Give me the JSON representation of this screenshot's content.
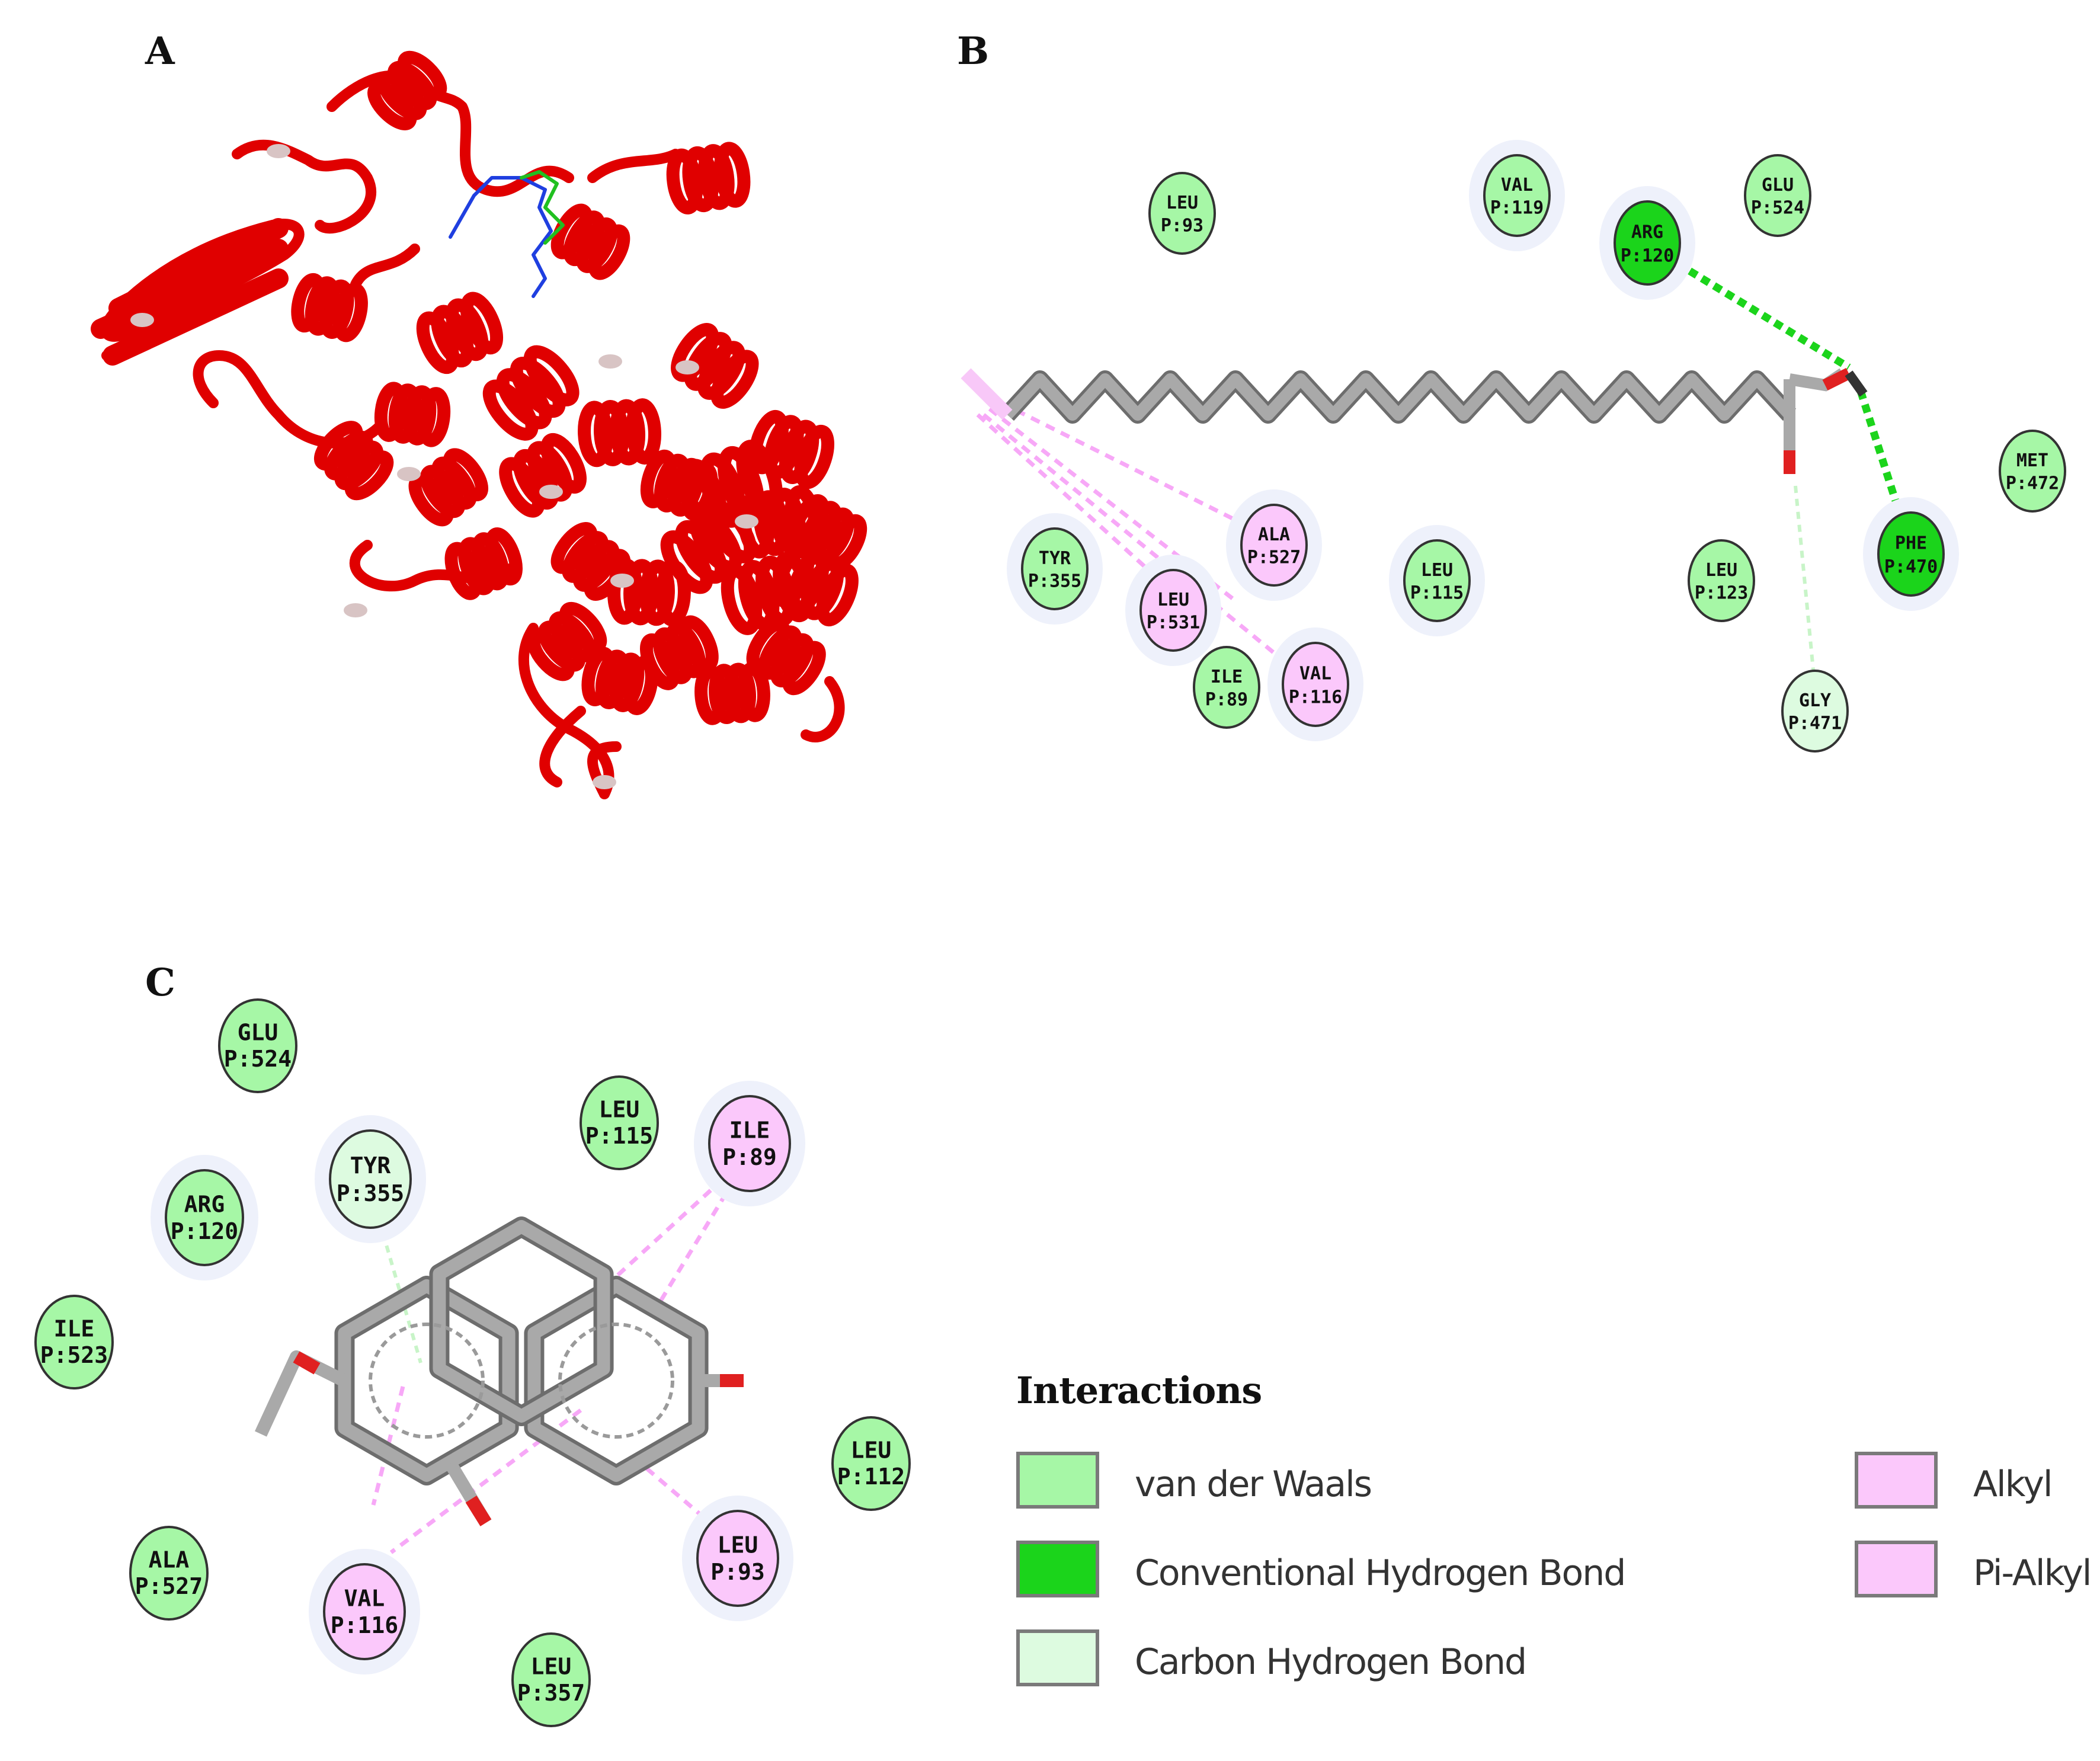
{
  "panels": {
    "a": {
      "label": "A"
    },
    "b": {
      "label": "B"
    },
    "c": {
      "label": "C"
    }
  },
  "colors": {
    "protein": "#e00000",
    "protein_highlight": "#d8c4c4",
    "ligand_pose_1": "#1f3fe0",
    "ligand_pose_2": "#20c020",
    "bond_stick": "#8a8a8a",
    "oxygen": "#e02020",
    "van_der_waals": "#a6f7a6",
    "conventional_hydrogen_bond": "#1bd41b",
    "carbon_hydrogen_bond": "#ddfbe0",
    "alkyl": "#fbc8fb",
    "pi_alkyl": "#fbc8fb"
  },
  "residues_b": [
    {
      "name": "LEU",
      "pos": "P:93",
      "type": "van_der_waals"
    },
    {
      "name": "VAL",
      "pos": "P:119",
      "type": "van_der_waals"
    },
    {
      "name": "ARG",
      "pos": "P:120",
      "type": "conventional_hydrogen_bond"
    },
    {
      "name": "GLU",
      "pos": "P:524",
      "type": "van_der_waals"
    },
    {
      "name": "MET",
      "pos": "P:472",
      "type": "van_der_waals"
    },
    {
      "name": "PHE",
      "pos": "P:470",
      "type": "conventional_hydrogen_bond"
    },
    {
      "name": "LEU",
      "pos": "P:123",
      "type": "van_der_waals"
    },
    {
      "name": "GLY",
      "pos": "P:471",
      "type": "carbon_hydrogen_bond"
    },
    {
      "name": "LEU",
      "pos": "P:115",
      "type": "van_der_waals"
    },
    {
      "name": "ALA",
      "pos": "P:527",
      "type": "alkyl"
    },
    {
      "name": "TYR",
      "pos": "P:355",
      "type": "van_der_waals"
    },
    {
      "name": "LEU",
      "pos": "P:531",
      "type": "alkyl"
    },
    {
      "name": "ILE",
      "pos": "P:89",
      "type": "van_der_waals"
    },
    {
      "name": "VAL",
      "pos": "P:116",
      "type": "alkyl"
    }
  ],
  "residues_c": [
    {
      "name": "GLU",
      "pos": "P:524",
      "type": "van_der_waals"
    },
    {
      "name": "LEU",
      "pos": "P:115",
      "type": "van_der_waals"
    },
    {
      "name": "ILE",
      "pos": "P:89",
      "type": "alkyl"
    },
    {
      "name": "TYR",
      "pos": "P:355",
      "type": "carbon_hydrogen_bond"
    },
    {
      "name": "ARG",
      "pos": "P:120",
      "type": "van_der_waals"
    },
    {
      "name": "ILE",
      "pos": "P:523",
      "type": "van_der_waals"
    },
    {
      "name": "LEU",
      "pos": "P:112",
      "type": "van_der_waals"
    },
    {
      "name": "ALA",
      "pos": "P:527",
      "type": "van_der_waals"
    },
    {
      "name": "LEU",
      "pos": "P:93",
      "type": "alkyl"
    },
    {
      "name": "VAL",
      "pos": "P:116",
      "type": "alkyl"
    },
    {
      "name": "LEU",
      "pos": "P:357",
      "type": "van_der_waals"
    }
  ],
  "legend": {
    "title": "Interactions",
    "items": [
      {
        "key": "van_der_waals",
        "label": "van der Waals"
      },
      {
        "key": "conventional_hydrogen_bond",
        "label": "Conventional Hydrogen Bond"
      },
      {
        "key": "carbon_hydrogen_bond",
        "label": "Carbon Hydrogen Bond"
      },
      {
        "key": "alkyl",
        "label": "Alkyl"
      },
      {
        "key": "pi_alkyl",
        "label": "Pi-Alkyl"
      }
    ]
  }
}
